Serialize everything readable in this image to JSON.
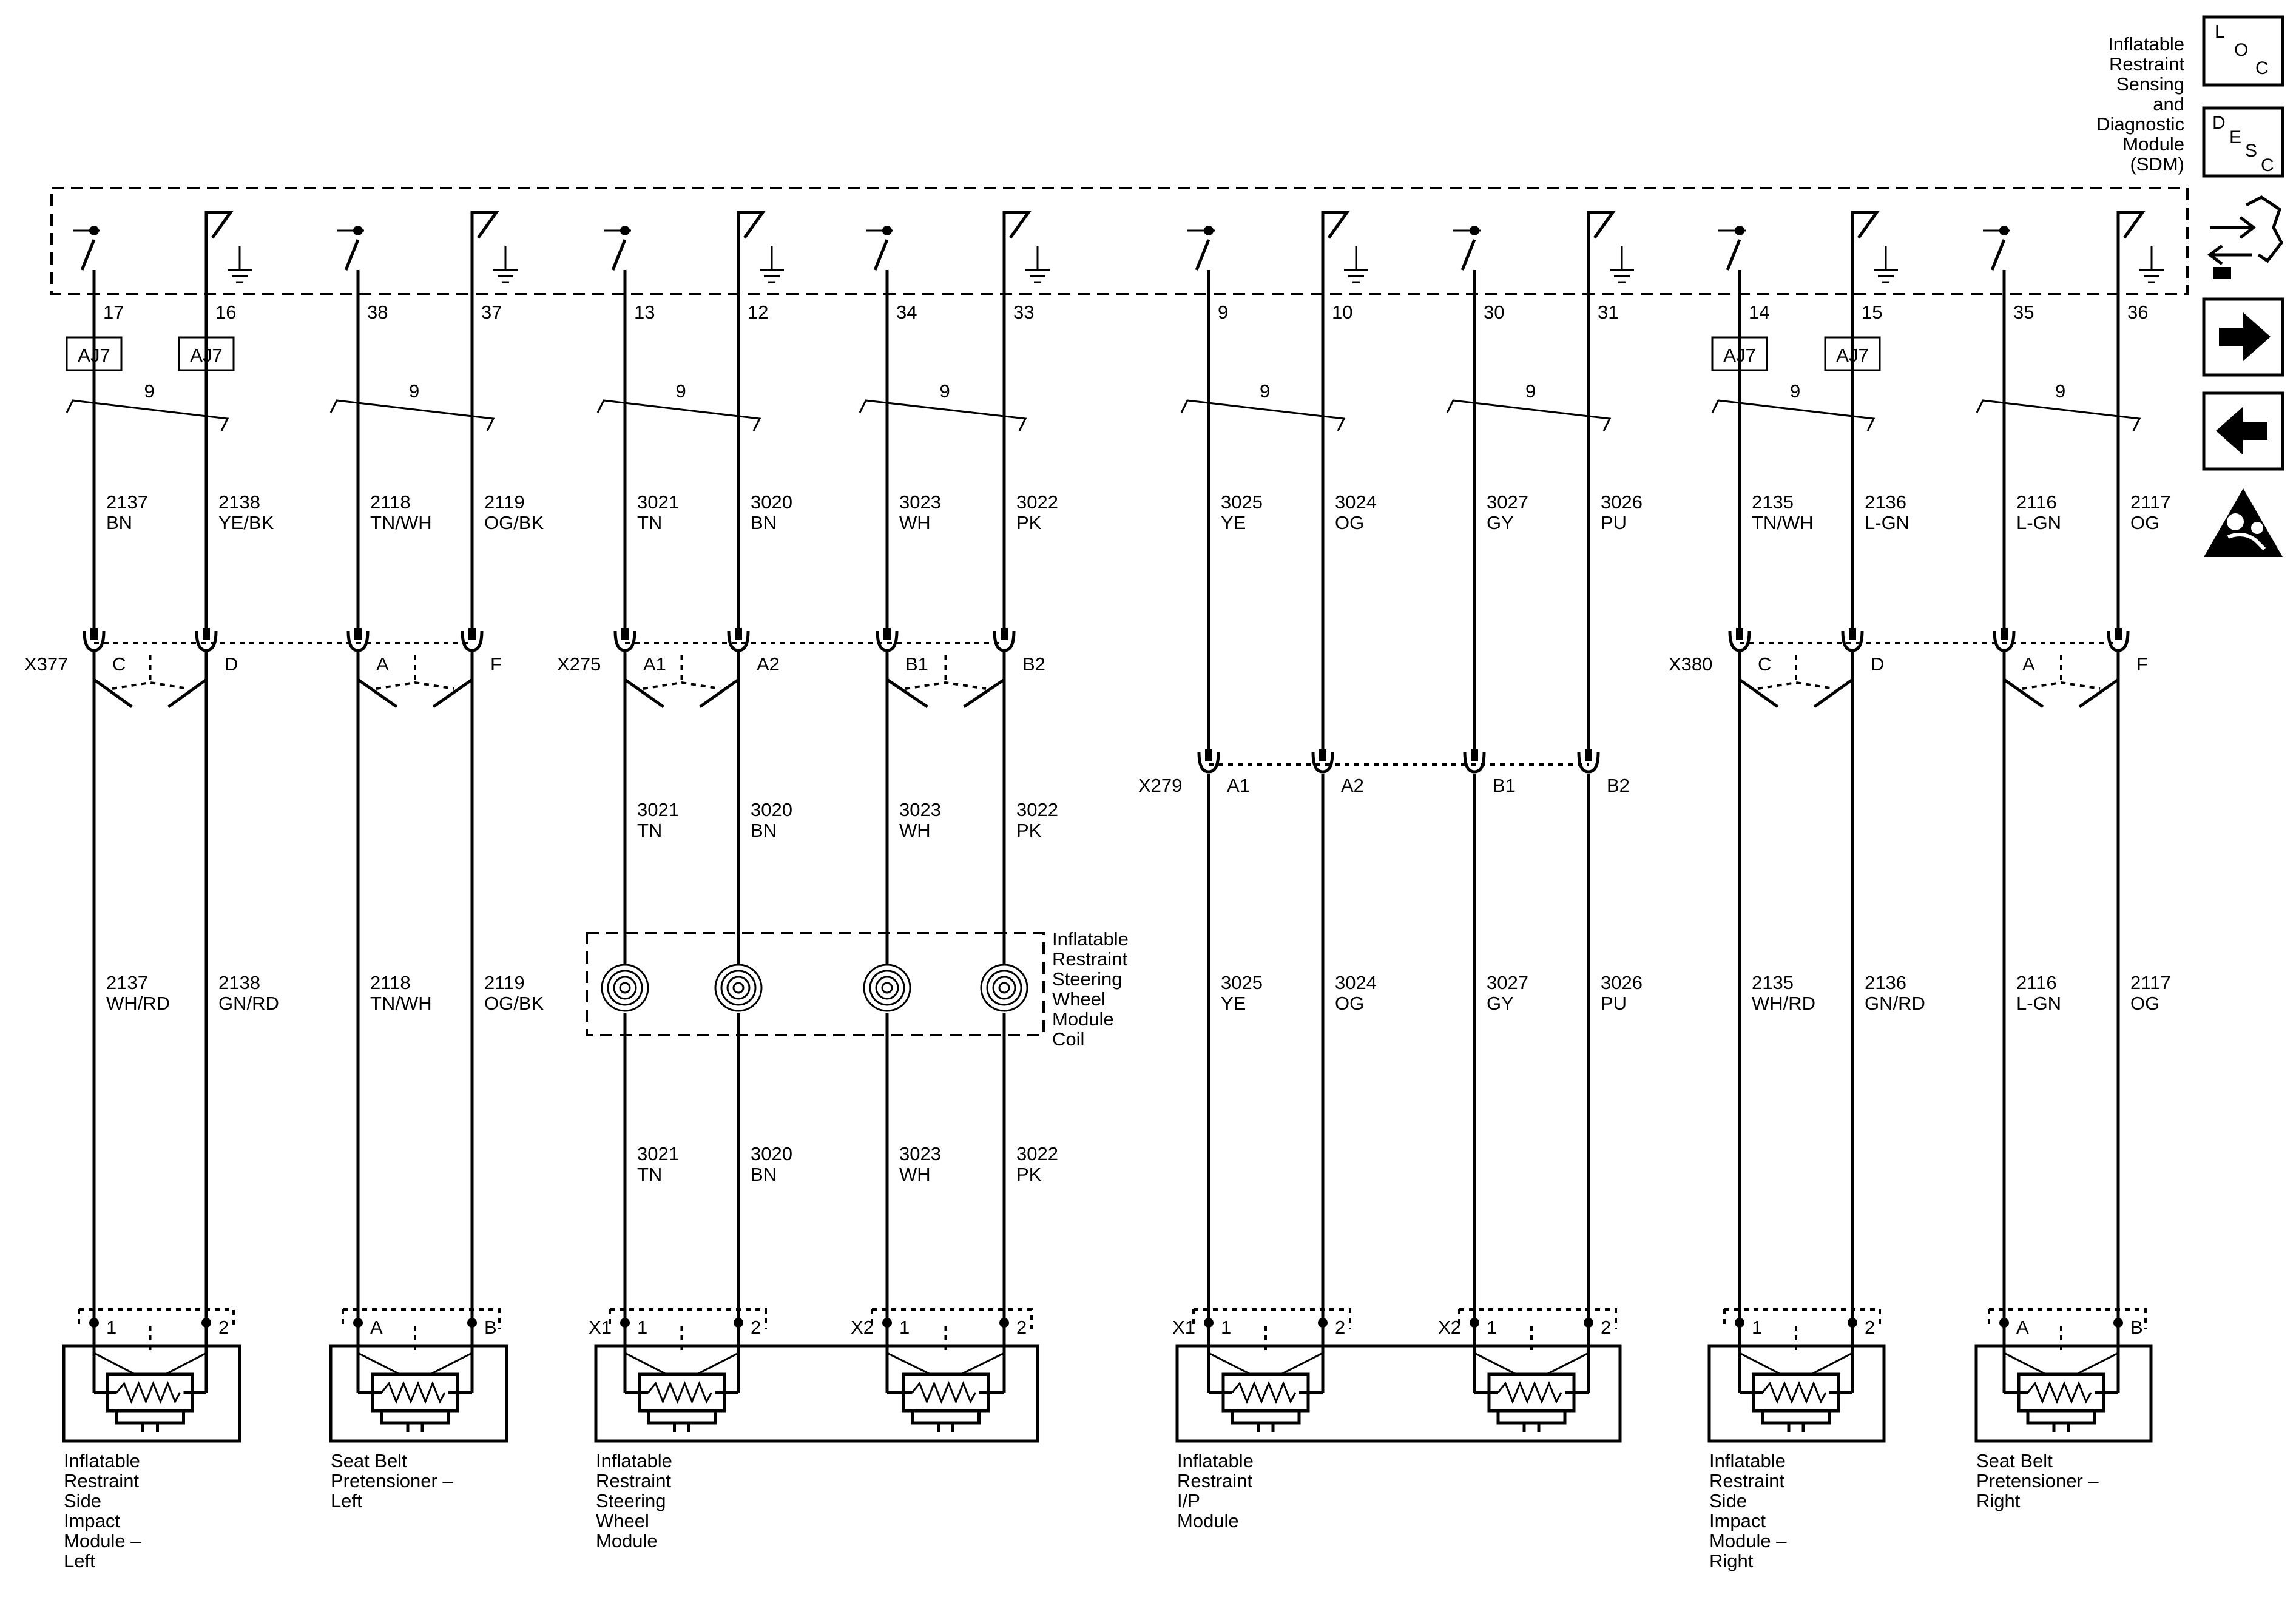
{
  "sdm_module": {
    "name_lines": [
      "Inflatable",
      "Restraint",
      "Sensing",
      "and",
      "Diagnostic",
      "Module",
      "(SDM)"
    ]
  },
  "icons": [
    {
      "name": "loc-icon",
      "letters": [
        "L",
        "O",
        "C"
      ]
    },
    {
      "name": "desc-icon",
      "letters": [
        "D",
        "E",
        "S",
        "C"
      ]
    },
    {
      "name": "connector-tool-icon"
    },
    {
      "name": "arrow-right-icon"
    },
    {
      "name": "arrow-left-icon"
    },
    {
      "name": "airbag-warning-icon"
    }
  ],
  "sdm_pins": [
    "17",
    "16",
    "38",
    "37",
    "13",
    "12",
    "34",
    "33",
    "9",
    "10",
    "30",
    "31",
    "14",
    "15",
    "35",
    "36"
  ],
  "aj7_label": "AJ7",
  "twist_label": "9",
  "upper_wires": [
    {
      "circuit": "2137",
      "color": "BN"
    },
    {
      "circuit": "2138",
      "color": "YE/BK"
    },
    {
      "circuit": "2118",
      "color": "TN/WH"
    },
    {
      "circuit": "2119",
      "color": "OG/BK"
    },
    {
      "circuit": "3021",
      "color": "TN"
    },
    {
      "circuit": "3020",
      "color": "BN"
    },
    {
      "circuit": "3023",
      "color": "WH"
    },
    {
      "circuit": "3022",
      "color": "PK"
    },
    {
      "circuit": "3025",
      "color": "YE"
    },
    {
      "circuit": "3024",
      "color": "OG"
    },
    {
      "circuit": "3027",
      "color": "GY"
    },
    {
      "circuit": "3026",
      "color": "PU"
    },
    {
      "circuit": "2135",
      "color": "TN/WH"
    },
    {
      "circuit": "2136",
      "color": "L-GN"
    },
    {
      "circuit": "2116",
      "color": "L-GN"
    },
    {
      "circuit": "2117",
      "color": "OG"
    }
  ],
  "lower_wires": [
    {
      "circuit": "2137",
      "color": "WH/RD"
    },
    {
      "circuit": "2138",
      "color": "GN/RD"
    },
    {
      "circuit": "2118",
      "color": "TN/WH"
    },
    {
      "circuit": "2119",
      "color": "OG/BK"
    },
    {
      "circuit": "3025",
      "color": "YE"
    },
    {
      "circuit": "3024",
      "color": "OG"
    },
    {
      "circuit": "3027",
      "color": "GY"
    },
    {
      "circuit": "3026",
      "color": "PU"
    },
    {
      "circuit": "2135",
      "color": "WH/RD"
    },
    {
      "circuit": "2136",
      "color": "GN/RD"
    },
    {
      "circuit": "2116",
      "color": "L-GN"
    },
    {
      "circuit": "2117",
      "color": "OG"
    }
  ],
  "steering_wires_mid": [
    {
      "circuit": "3021",
      "color": "TN"
    },
    {
      "circuit": "3020",
      "color": "BN"
    },
    {
      "circuit": "3023",
      "color": "WH"
    },
    {
      "circuit": "3022",
      "color": "PK"
    }
  ],
  "steering_wires_low": [
    {
      "circuit": "3021",
      "color": "TN"
    },
    {
      "circuit": "3020",
      "color": "BN"
    },
    {
      "circuit": "3023",
      "color": "WH"
    },
    {
      "circuit": "3022",
      "color": "PK"
    }
  ],
  "connectors": {
    "x377": {
      "name": "X377",
      "pins": [
        "C",
        "D",
        "A",
        "F"
      ]
    },
    "x275": {
      "name": "X275",
      "pins": [
        "A1",
        "A2",
        "B1",
        "B2"
      ]
    },
    "x380": {
      "name": "X380",
      "pins": [
        "C",
        "D",
        "A",
        "F"
      ]
    },
    "x279": {
      "name": "X279",
      "pins": [
        "A1",
        "A2",
        "B1",
        "B2"
      ]
    }
  },
  "coil": {
    "name_lines": [
      "Inflatable",
      "Restraint",
      "Steering",
      "Wheel",
      "Module",
      "Coil"
    ]
  },
  "module_pins": [
    "1",
    "2",
    "A",
    "B",
    "1",
    "2",
    "1",
    "2",
    "1",
    "2",
    "1",
    "2",
    "1",
    "2",
    "A",
    "B"
  ],
  "module_connectors": [
    "X1",
    "X2",
    "X1",
    "X2"
  ],
  "modules": [
    {
      "lines": [
        "Inflatable",
        "Restraint",
        "Side",
        "Impact",
        "Module –",
        "Left"
      ]
    },
    {
      "lines": [
        "Seat Belt",
        "Pretensioner –",
        "Left"
      ]
    },
    {
      "lines": [
        "Inflatable",
        "Restraint",
        "Steering",
        "Wheel",
        "Module"
      ]
    },
    {
      "lines": [
        "Inflatable",
        "Restraint",
        "I/P",
        "Module"
      ]
    },
    {
      "lines": [
        "Inflatable",
        "Restraint",
        "Side",
        "Impact",
        "Module –",
        "Right"
      ]
    },
    {
      "lines": [
        "Seat Belt",
        "Pretensioner –",
        "Right"
      ]
    }
  ]
}
